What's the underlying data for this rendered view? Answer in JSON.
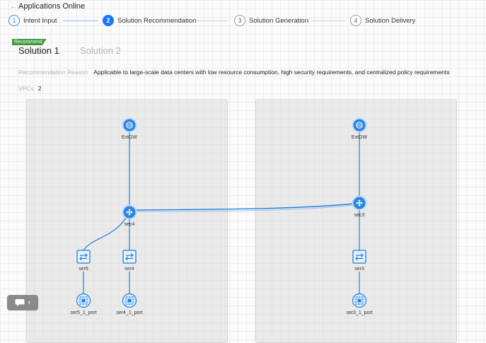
{
  "header": {
    "back_label": "Applications Online"
  },
  "steps": [
    {
      "num": "1",
      "label": "Intent Input"
    },
    {
      "num": "2",
      "label": "Solution Recommendation"
    },
    {
      "num": "3",
      "label": "Solution Generation"
    },
    {
      "num": "4",
      "label": "Solution Delivery"
    }
  ],
  "recommend_badge": "Recommend",
  "tabs": [
    {
      "label": "Solution 1"
    },
    {
      "label": "Solution 2"
    }
  ],
  "reason": {
    "key": "Recommendation Reason",
    "value": "Applicable to large-scale data centers with low resource consumption, high security requirements, and centralized policy requirements"
  },
  "vpcs": {
    "key": "VPCs",
    "value": "2"
  },
  "topology": {
    "colors": {
      "node": "#1f80df",
      "link": "#1f7fd8"
    },
    "nodes": [
      {
        "id": "extgw-left",
        "label": "ExtGW",
        "icon": "gateway-icon"
      },
      {
        "id": "sec4",
        "label": "sec4",
        "icon": "router-icon"
      },
      {
        "id": "ser5",
        "label": "ser5",
        "icon": "switch-icon"
      },
      {
        "id": "ser4",
        "label": "ser4",
        "icon": "switch-icon"
      },
      {
        "id": "ser5_1_port",
        "label": "ser5_1_port",
        "icon": "port-icon"
      },
      {
        "id": "ser4_1_port",
        "label": "ser4_1_port",
        "icon": "port-icon"
      },
      {
        "id": "extgw-right",
        "label": "ExtGW",
        "icon": "gateway-icon"
      },
      {
        "id": "sec3",
        "label": "sec3",
        "icon": "router-icon"
      },
      {
        "id": "ser3",
        "label": "ser3",
        "icon": "switch-icon"
      },
      {
        "id": "ser3_1_port",
        "label": "ser3_1_port",
        "icon": "port-icon"
      }
    ]
  },
  "chat": {
    "icon": "chat-icon",
    "collapse_icon": "chevron-left-icon"
  }
}
